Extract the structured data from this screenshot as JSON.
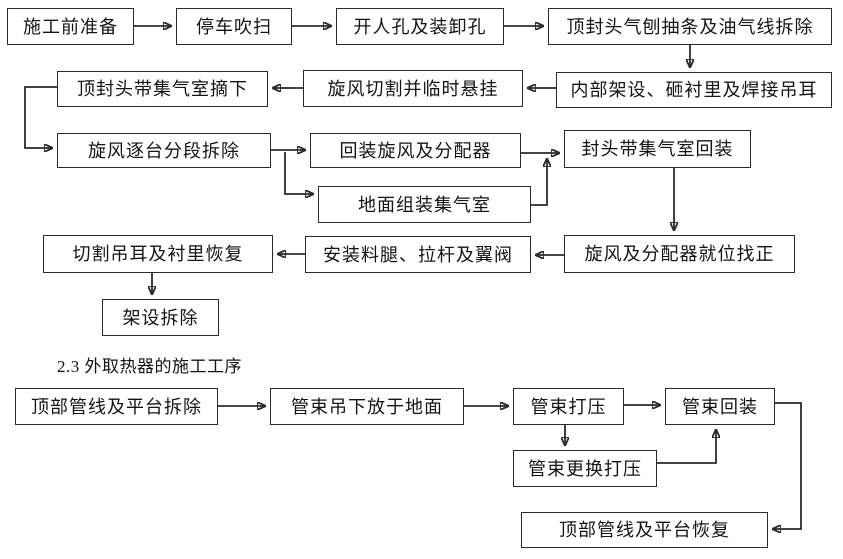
{
  "page": {
    "background_color": "#ffffff",
    "line_color": "#2b2b2b",
    "text_color": "#141414"
  },
  "section_caption": "2.3 外取热器的施工工序",
  "flow1": {
    "nodes": [
      {
        "id": "n1",
        "label": "施工前准备"
      },
      {
        "id": "n2",
        "label": "停车吹扫"
      },
      {
        "id": "n3",
        "label": "开人孔及装卸孔"
      },
      {
        "id": "n4",
        "label": "顶封头气刨抽条及油气线拆除"
      },
      {
        "id": "n5",
        "label": "内部架设、砸衬里及焊接吊耳"
      },
      {
        "id": "n6",
        "label": "旋风切割并临时悬挂"
      },
      {
        "id": "n7",
        "label": "顶封头带集气室摘下"
      },
      {
        "id": "n8",
        "label": "旋风逐台分段拆除"
      },
      {
        "id": "n9",
        "label": "回装旋风及分配器"
      },
      {
        "id": "n10",
        "label": "地面组装集气室"
      },
      {
        "id": "n11",
        "label": "封头带集气室回装"
      },
      {
        "id": "n12",
        "label": "旋风及分配器就位找正"
      },
      {
        "id": "n13",
        "label": "安装料腿、拉杆及翼阀"
      },
      {
        "id": "n14",
        "label": "切割吊耳及衬里恢复"
      },
      {
        "id": "n15",
        "label": "架设拆除"
      }
    ],
    "edges": [
      {
        "from": "n1",
        "to": "n2"
      },
      {
        "from": "n2",
        "to": "n3"
      },
      {
        "from": "n3",
        "to": "n4"
      },
      {
        "from": "n4",
        "to": "n5"
      },
      {
        "from": "n5",
        "to": "n6"
      },
      {
        "from": "n6",
        "to": "n7"
      },
      {
        "from": "n7",
        "to": "n8"
      },
      {
        "from": "n8",
        "to": "n9"
      },
      {
        "from": "n8",
        "to": "n10"
      },
      {
        "from": "n9",
        "to": "n11"
      },
      {
        "from": "n10",
        "to": "n11"
      },
      {
        "from": "n11",
        "to": "n12"
      },
      {
        "from": "n12",
        "to": "n13"
      },
      {
        "from": "n13",
        "to": "n14"
      },
      {
        "from": "n14",
        "to": "n15"
      }
    ]
  },
  "flow2": {
    "nodes": [
      {
        "id": "m1",
        "label": "顶部管线及平台拆除"
      },
      {
        "id": "m2",
        "label": "管束吊下放于地面"
      },
      {
        "id": "m3",
        "label": "管束打压"
      },
      {
        "id": "m4",
        "label": "管束回装"
      },
      {
        "id": "m5",
        "label": "管束更换打压"
      },
      {
        "id": "m6",
        "label": "顶部管线及平台恢复"
      }
    ],
    "edges": [
      {
        "from": "m1",
        "to": "m2"
      },
      {
        "from": "m2",
        "to": "m3"
      },
      {
        "from": "m3",
        "to": "m4"
      },
      {
        "from": "m3",
        "to": "m5"
      },
      {
        "from": "m5",
        "to": "m4"
      },
      {
        "from": "m4",
        "to": "m6"
      }
    ]
  }
}
